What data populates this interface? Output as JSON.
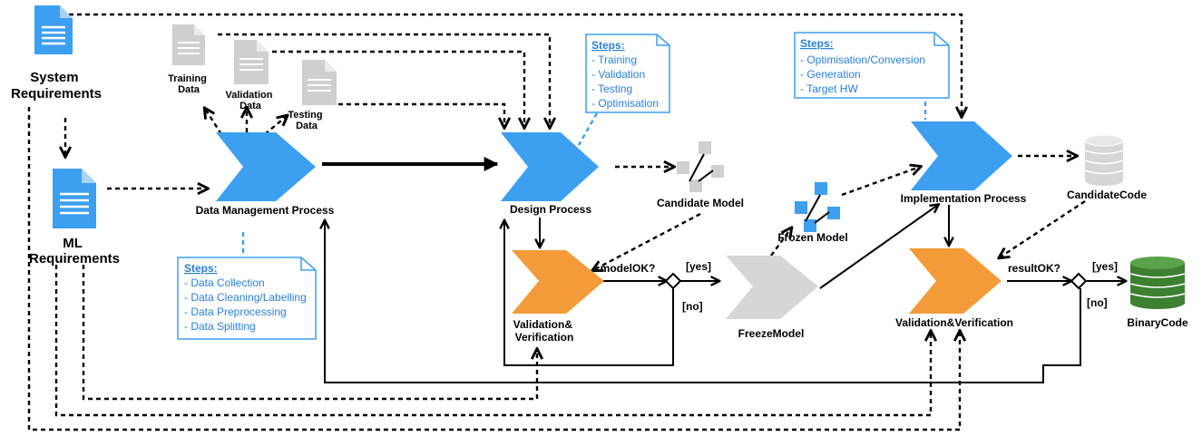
{
  "documents": {
    "system": "System\nRequirements",
    "ml": "ML\nRequirements",
    "training": "Training\nData",
    "validation": "Validation\nData",
    "testing": "Testing\nData"
  },
  "processes": {
    "data_management": "Data Management Process",
    "design": "Design Process",
    "implementation": "Implementation Process",
    "vv1": "Validation&\nVerification",
    "vv2": "Validation&Verification",
    "freeze": "FreezeModel"
  },
  "artifacts": {
    "candidate_model": "Candidate Model",
    "frozen_model": "Frozen Model",
    "candidate_code": "CandidateCode",
    "binary_code": "BinaryCode"
  },
  "decisions": {
    "model_ok": "modelOK?",
    "result_ok": "resultOK?",
    "yes1": "[yes]",
    "no1": "[no]",
    "yes2": "[yes]",
    "no2": "[no]"
  },
  "steps_data": {
    "title": "Steps:",
    "items": [
      "- Data Collection",
      "- Data Cleaning/Labelling",
      "- Data Preprocessing",
      "- Data Splitting"
    ]
  },
  "steps_design": {
    "title": "Steps:",
    "items": [
      "- Training",
      "- Validation",
      "- Testing",
      "- Optimisation"
    ]
  },
  "steps_impl": {
    "title": "Steps:",
    "items": [
      "- Optimisation/Conversion",
      "- Generation",
      "- Target HW"
    ]
  },
  "colors": {
    "blue": "#3d9ff0",
    "orange": "#f29b38",
    "gray": "#d6d6d6",
    "green": "#3e7f32",
    "step_text": "#2a7fd4"
  }
}
